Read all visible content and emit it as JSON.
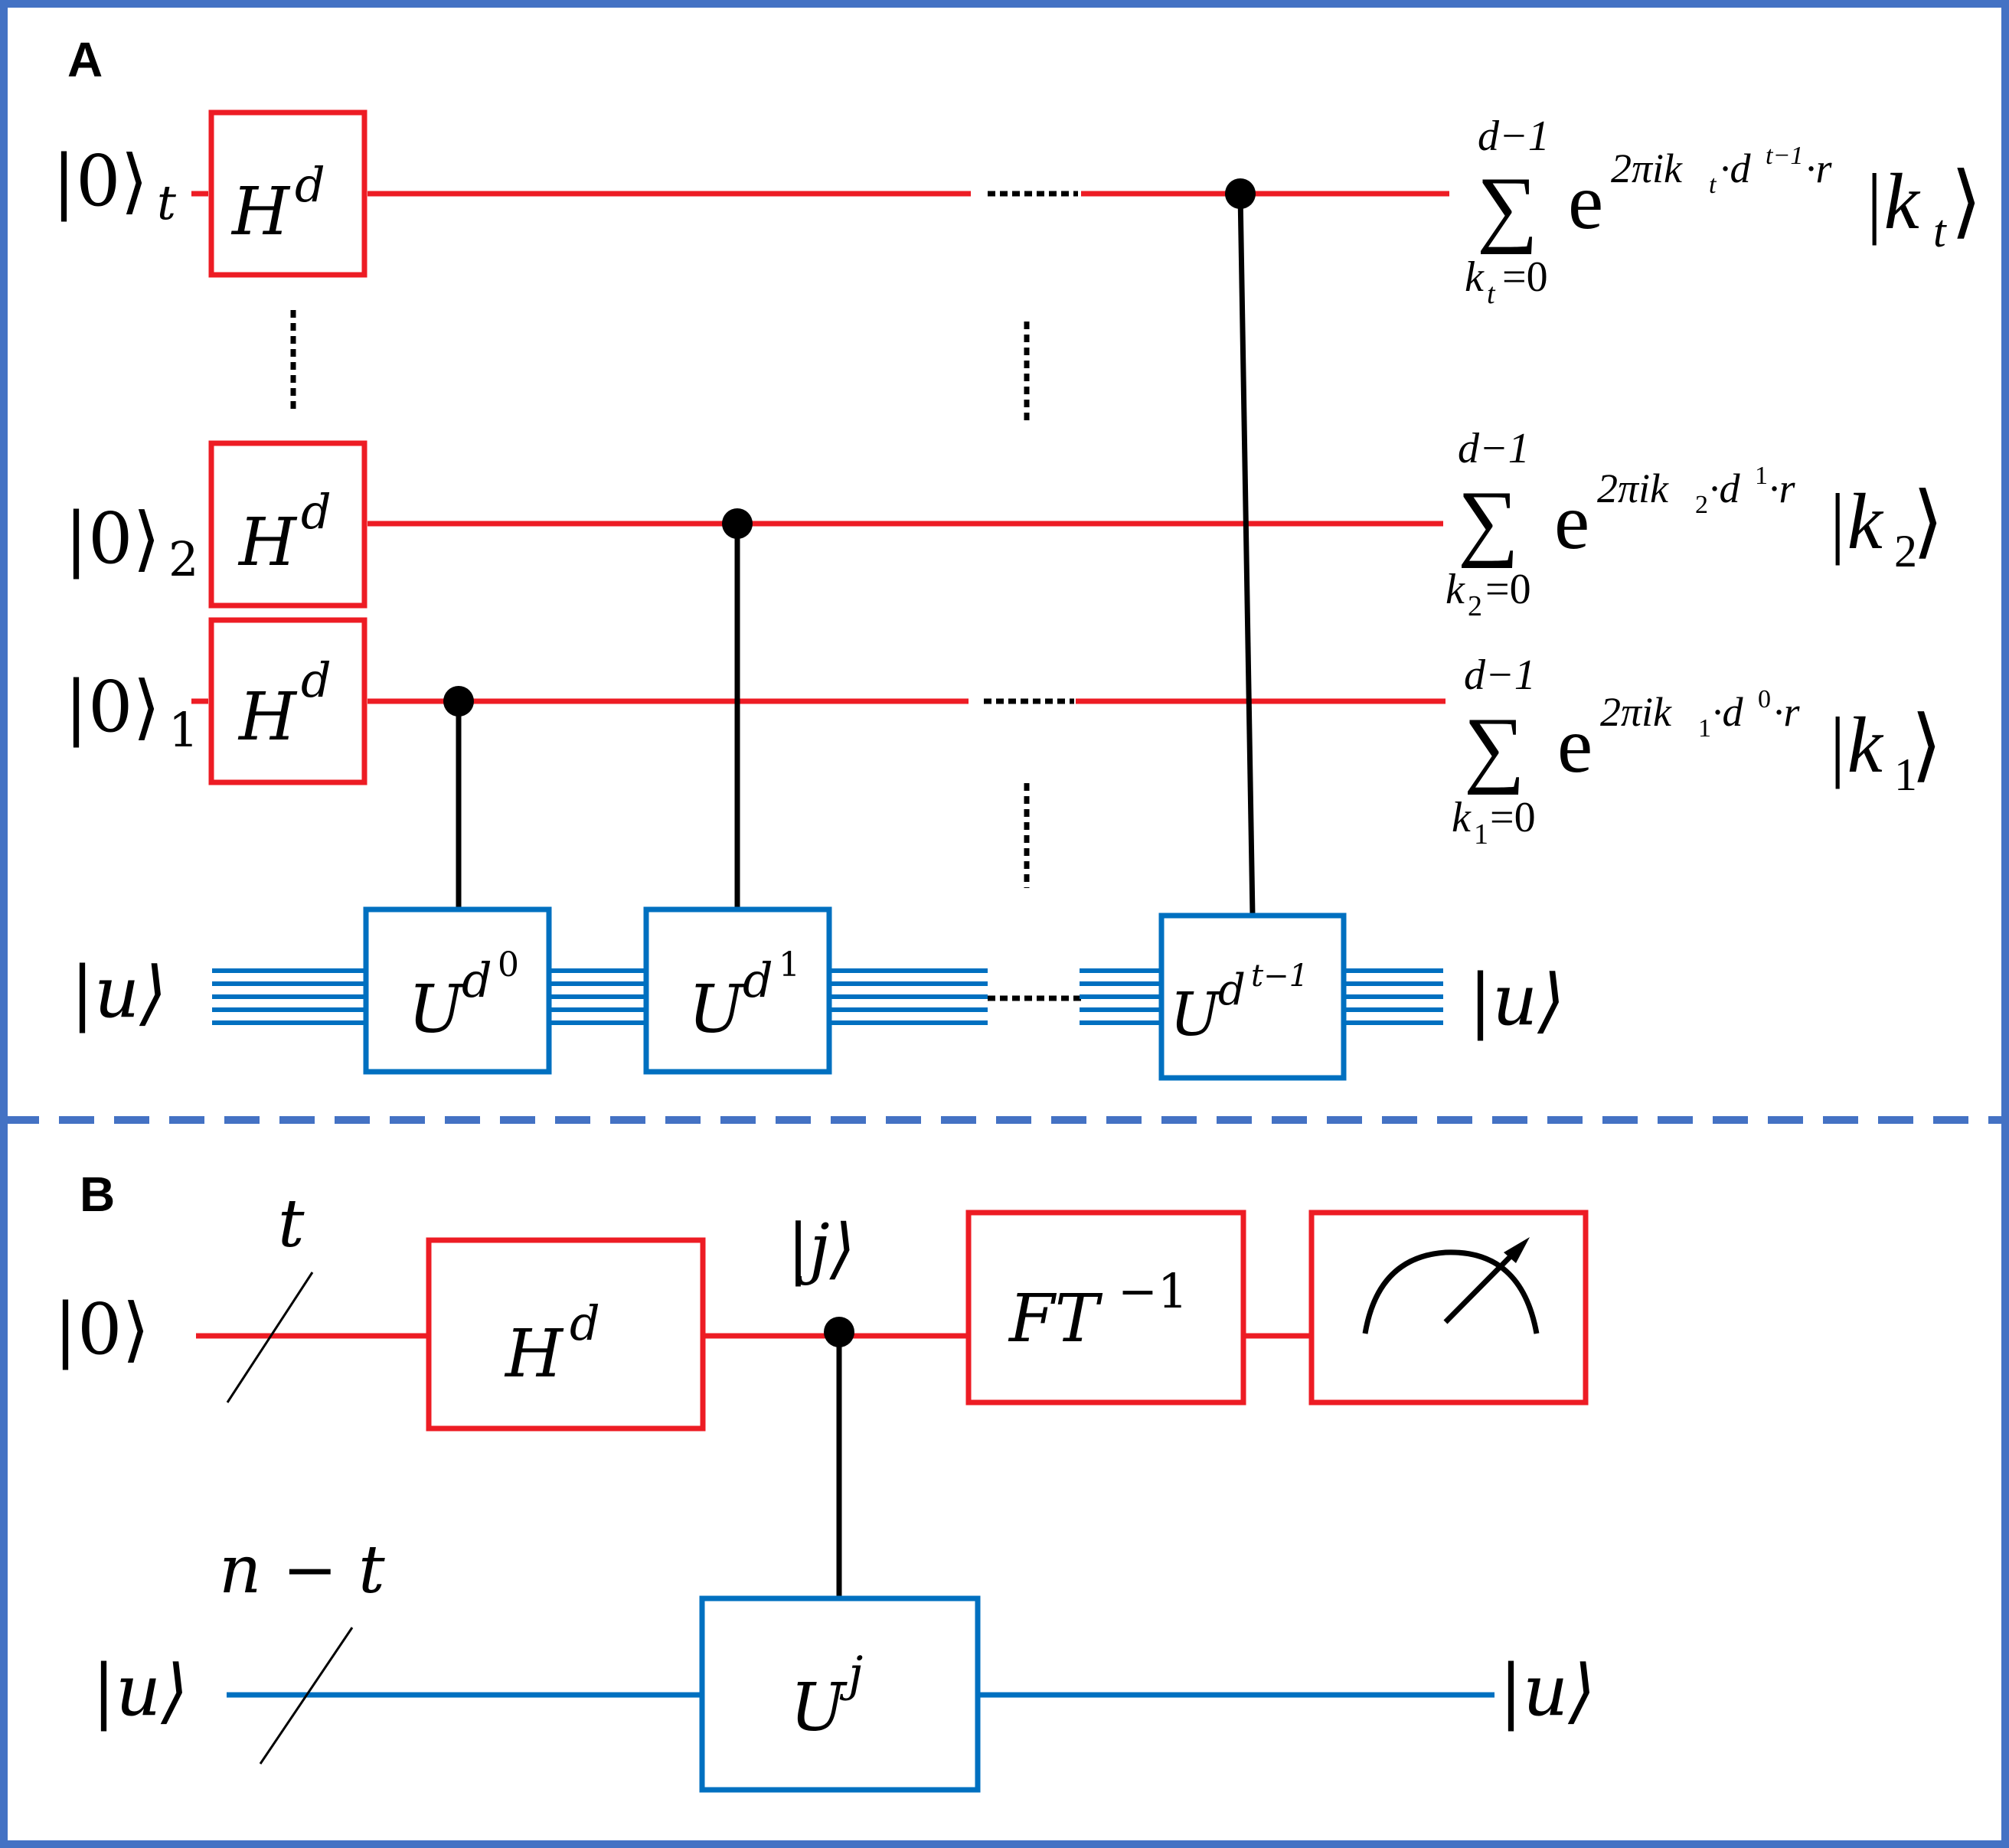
{
  "panel_a": {
    "label": "A",
    "inputs": {
      "t": {
        "ket": "|0⟩",
        "sub": "t"
      },
      "q2": {
        "ket": "|0⟩",
        "sub": "2"
      },
      "q1": {
        "ket": "|0⟩",
        "sub": "1"
      },
      "u": "|u⟩"
    },
    "hadamard": {
      "base": "H",
      "sup": "d"
    },
    "unitaries": [
      {
        "base": "U",
        "sup": "d",
        "supsup": "0"
      },
      {
        "base": "U",
        "sup": "d",
        "supsup": "1"
      },
      {
        "base": "U",
        "sup": "d",
        "supsup": "t−1"
      }
    ],
    "outputs": {
      "t": {
        "upper": "d−1",
        "sigma": "∑",
        "lower_var": "k",
        "lower_sub": "t",
        "lower_rest": "=0",
        "exp_base": "e",
        "exp": "2πik",
        "exp_sub": "t",
        "exp_mid": "·d",
        "exp_pow": "t−1",
        "exp_end": "·r",
        "ket_open": "|k",
        "ket_sub": "t",
        "ket_close": "⟩"
      },
      "q2": {
        "upper": "d−1",
        "sigma": "∑",
        "lower_var": "k",
        "lower_sub": "2",
        "lower_rest": "=0",
        "exp_base": "e",
        "exp": "2πik",
        "exp_sub": "2",
        "exp_mid": "·d",
        "exp_pow": "1",
        "exp_end": "·r",
        "ket_open": "|k",
        "ket_sub": "2",
        "ket_close": "⟩"
      },
      "q1": {
        "upper": "d−1",
        "sigma": "∑",
        "lower_var": "k",
        "lower_sub": "1",
        "lower_rest": "=0",
        "exp_base": "e",
        "exp": "2πik",
        "exp_sub": "1",
        "exp_mid": "·d",
        "exp_pow": "0",
        "exp_end": "·r",
        "ket_open": "|k",
        "ket_sub": "1",
        "ket_close": "⟩"
      },
      "u": "|u⟩"
    }
  },
  "panel_b": {
    "label": "B",
    "inputs": {
      "zero": "|0⟩",
      "u": "|u⟩"
    },
    "wire_counts": {
      "top": "t",
      "bottom": "n − t"
    },
    "hadamard": {
      "base": "H",
      "sup": "d"
    },
    "control_label": "|j⟩",
    "inverse_ft": {
      "base": "FT",
      "sup": "−1"
    },
    "unitary": {
      "base": "U",
      "sup": "j"
    },
    "output_u": "|u⟩"
  },
  "colors": {
    "frame": "#4472C4",
    "control_register": "#ED1C24",
    "target_register": "#0070C0",
    "control_line": "#000000"
  },
  "icons": {
    "measurement": "meter-icon"
  }
}
